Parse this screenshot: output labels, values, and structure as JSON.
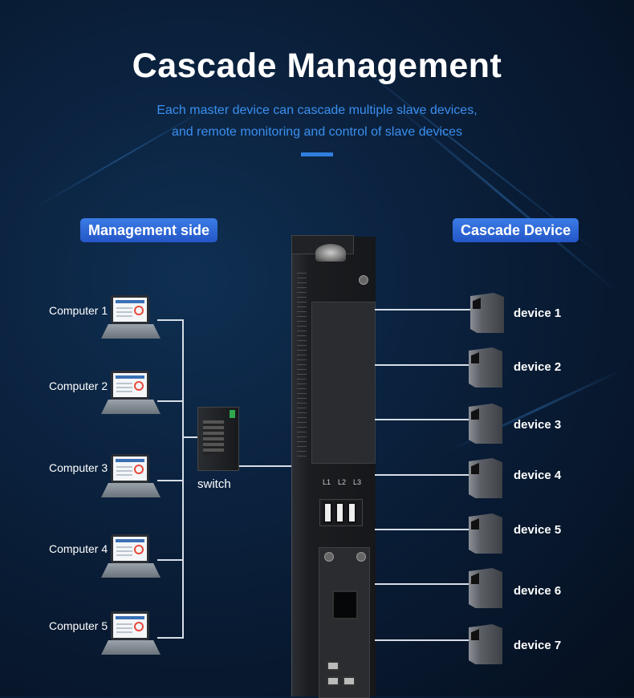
{
  "title": "Cascade Management",
  "subtitle_line1": "Each master device can cascade multiple slave devices,",
  "subtitle_line2": "and remote monitoring and control of slave devices",
  "badges": {
    "management": "Management side",
    "cascade": "Cascade Device"
  },
  "computers": [
    "Computer 1",
    "Computer 2",
    "Computer 3",
    "Computer 4",
    "Computer 5"
  ],
  "switch_label": "switch",
  "devices": [
    "device 1",
    "device  2",
    "device  3",
    "device 4",
    "device  5",
    "device  6",
    "device  7"
  ],
  "pdu_breaker_labels": [
    "L1",
    "L2",
    "L3"
  ],
  "colors": {
    "background": "#0a1f3a",
    "accent": "#2f7fe0",
    "subtitle": "#3a8ff0",
    "badge": "#2a5fd0",
    "wire": "#d6dde6"
  }
}
